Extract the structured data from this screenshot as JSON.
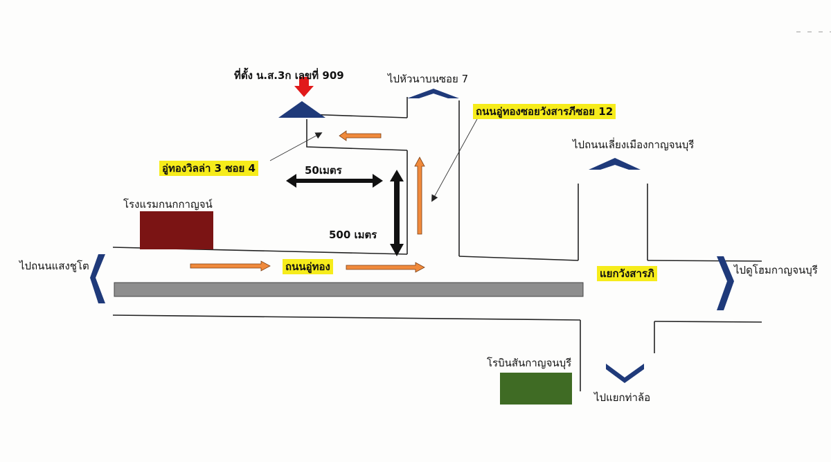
{
  "labels": {
    "site": "ที่ตั้ง น.ส.3ก เลขที่ 909",
    "to_huana_soi7": "ไปหัวนาบนซอย 7",
    "road_soi12": "ถนนอู่ทองซอยวังสารภีซอย 12",
    "to_bypass_kanchanaburi": "ไปถนนเลี่ยงเมืองกาญจนบุรี",
    "uthong_villa": "อู่ทองวิลล่า 3 ซอย 4",
    "dist_50": "50เมตร",
    "hotel": "โรงแรมกนกกาญจน์",
    "dist_500": "500 เมตร",
    "to_saengchuto": "ไปถนนแสงชูโต",
    "uthong_road": "ถนนอู่ทอง",
    "wangsarapi_junction": "แยกวังสารภิ",
    "to_dunhome": "ไปดูโฮมกาญจนบุรี",
    "airport": "โรบินสันกาญจนบุรี",
    "to_tha_lo": "ไปแยกท่าล้อ"
  },
  "colors": {
    "highlight": "#f6ec1b",
    "direction_arrow": "#1f3a7a",
    "site_marker": "#1f3a7a",
    "site_pin": "#e11a1a",
    "flow_arrow": "#f08a3c",
    "hotel_block": "#7b1414",
    "airport_block": "#3f6b24",
    "median": "#8e8e8e",
    "road_line": "#222222",
    "measure_arrow": "#111111"
  },
  "icons": {
    "site_marker": "triangle-marker-icon",
    "site_pin": "down-arrow-icon",
    "direction": "chevron-arrow-icon",
    "flow": "orange-arrow-icon"
  }
}
